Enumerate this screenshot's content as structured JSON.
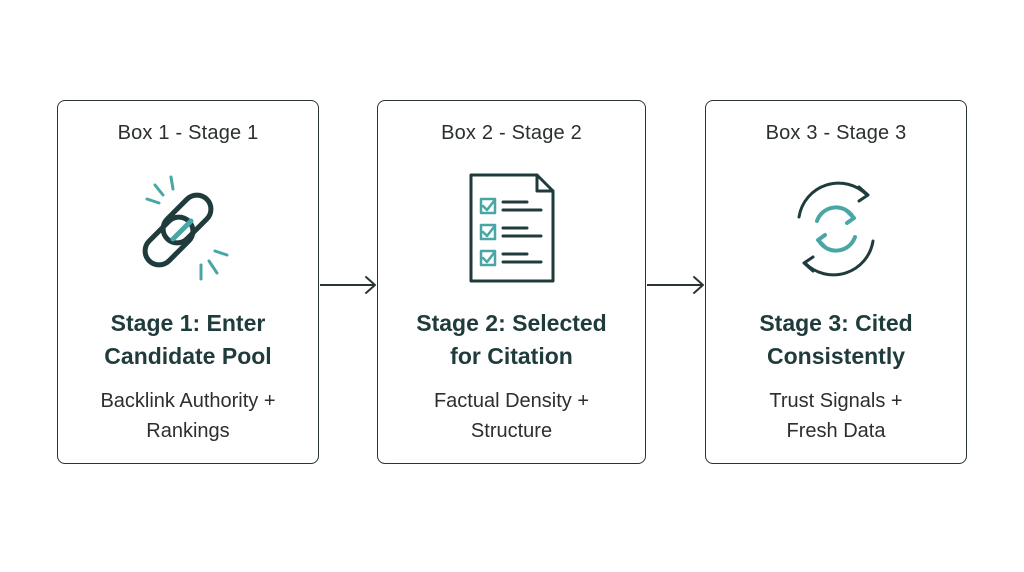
{
  "colors": {
    "heading": "#1f3b3c",
    "text": "#2b2f2f",
    "border": "#2a3434",
    "accent": "#4aa6a4"
  },
  "stages": [
    {
      "box_label": "Box 1 - Stage 1",
      "icon": "broken-chain-link-icon",
      "heading_lines": [
        "Stage 1: Enter",
        "Candidate Pool"
      ],
      "caption_lines": [
        "Backlink Authority +",
        "Rankings"
      ]
    },
    {
      "box_label": "Box 2 - Stage 2",
      "icon": "checklist-document-icon",
      "heading_lines": [
        "Stage 2: Selected",
        "for Citation"
      ],
      "caption_lines": [
        "Factual Density +",
        "Structure"
      ]
    },
    {
      "box_label": "Box 3 - Stage 3",
      "icon": "refresh-cycle-icon",
      "heading_lines": [
        "Stage 3: Cited",
        "Consistently"
      ],
      "caption_lines": [
        "Trust Signals +",
        "Fresh Data"
      ]
    }
  ],
  "connectors": [
    "right-arrow-icon",
    "right-arrow-icon"
  ]
}
